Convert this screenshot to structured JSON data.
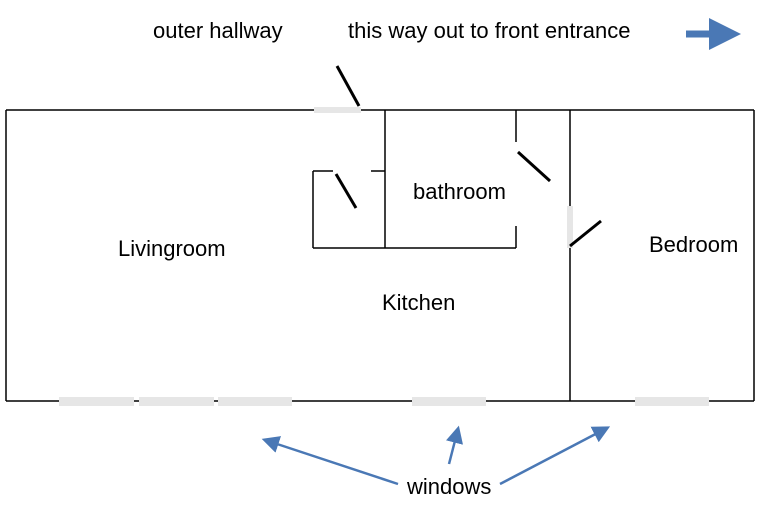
{
  "labels": {
    "outer_hallway": "outer hallway",
    "exit_note": "this way out to front entrance",
    "livingroom": "Livingroom",
    "bathroom": "bathroom",
    "kitchen": "Kitchen",
    "bedroom": "Bedroom",
    "windows": "windows"
  },
  "colors": {
    "wall": "#000000",
    "arrow": "#4a78b5",
    "window": "#e6e6e6",
    "background": "#ffffff"
  },
  "icons": {
    "exit_arrow": "arrow-right-icon"
  }
}
